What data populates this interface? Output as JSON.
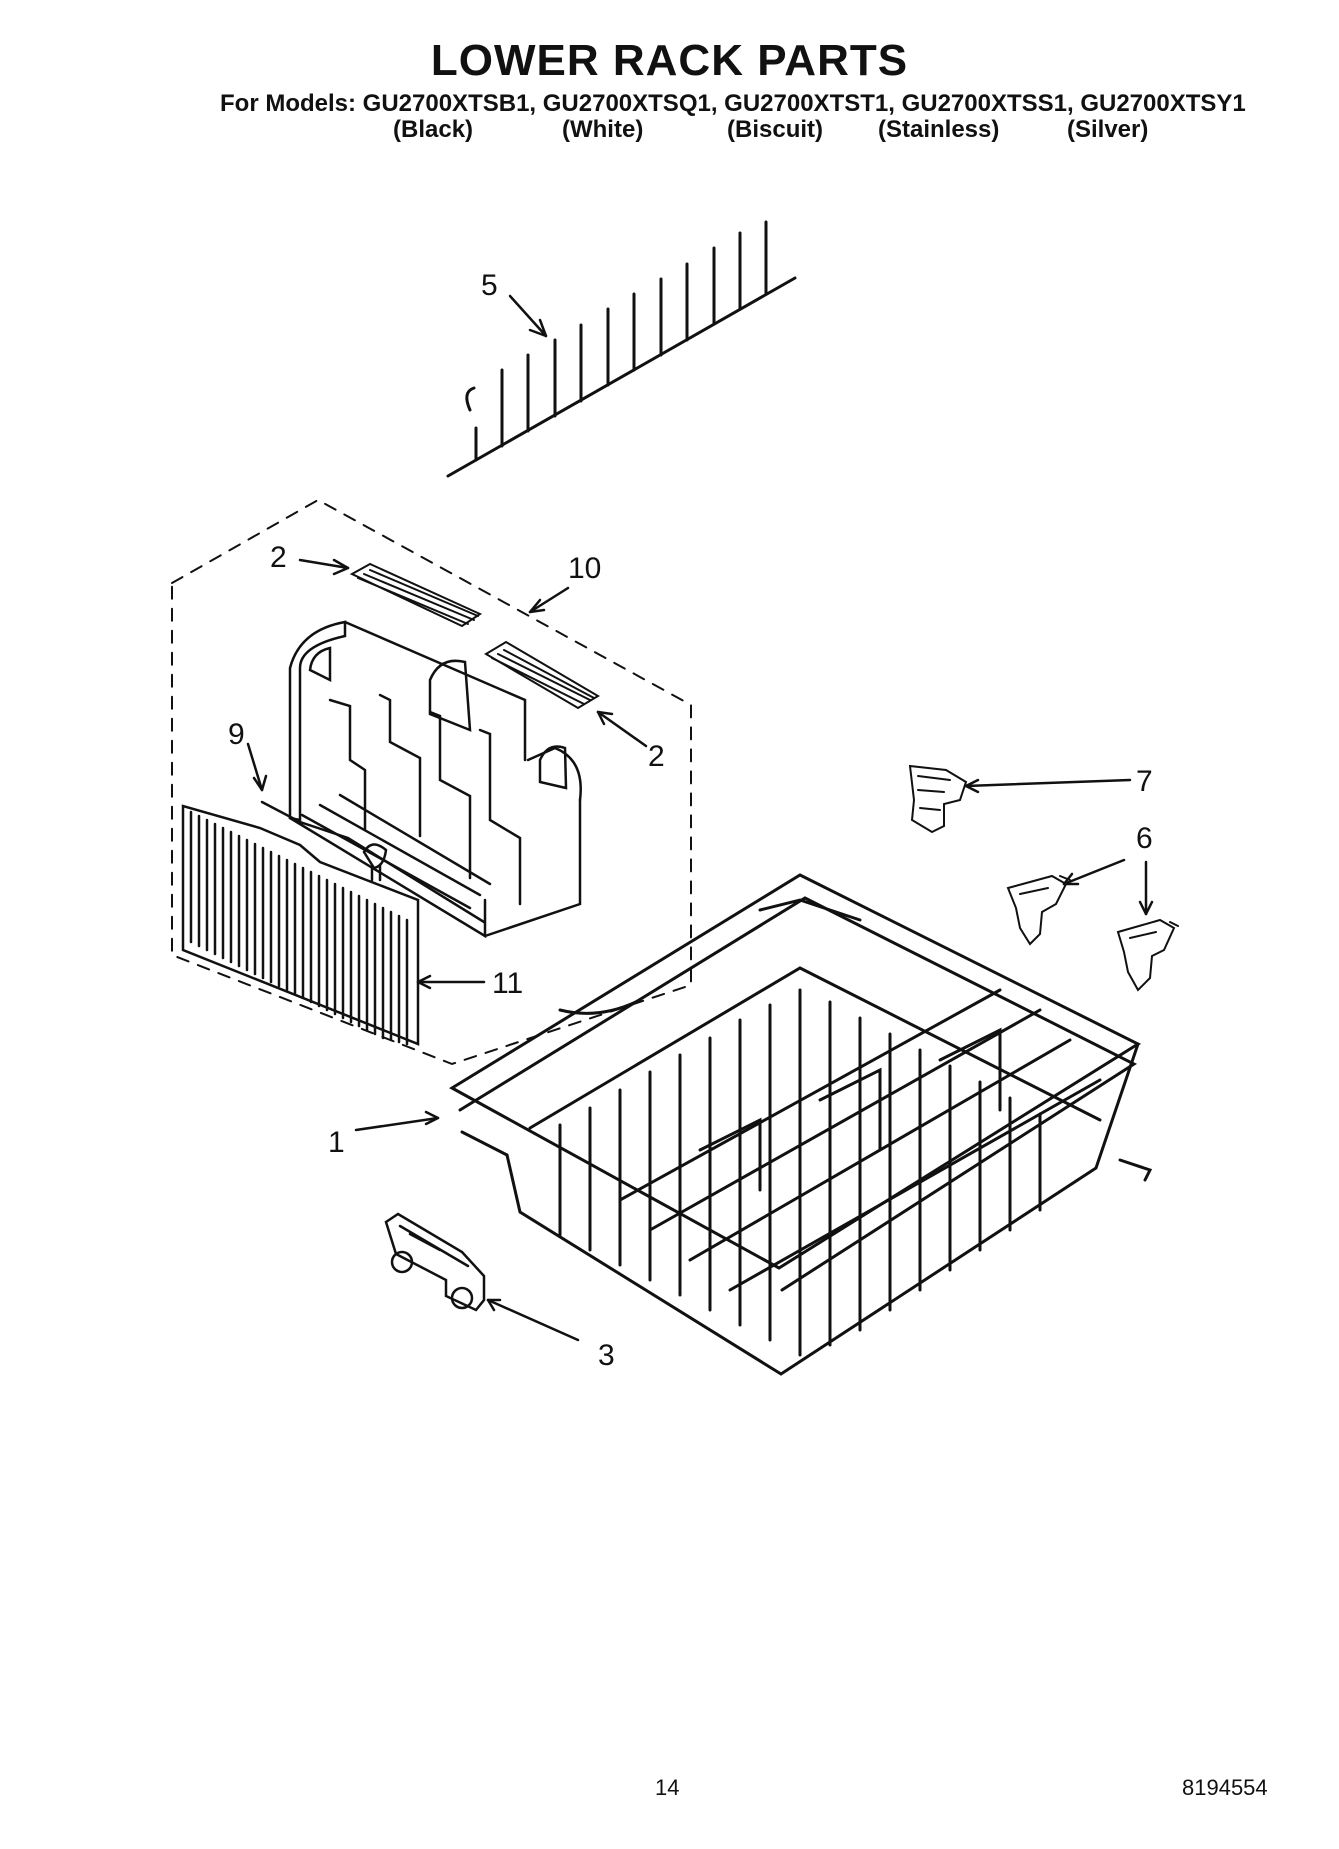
{
  "header": {
    "title": "LOWER RACK PARTS",
    "models_line": "For Models: GU2700XTSB1, GU2700XTSQ1, GU2700XTST1, GU2700XTSS1, GU2700XTSY1",
    "colors": [
      "(Black)",
      "(White)",
      "(Biscuit)",
      "(Stainless)",
      "(Silver)"
    ]
  },
  "callouts": [
    "1",
    "2",
    "2",
    "3",
    "5",
    "6",
    "7",
    "9",
    "10",
    "11"
  ],
  "footer": {
    "page_number": "14",
    "document_number": "8194554"
  }
}
